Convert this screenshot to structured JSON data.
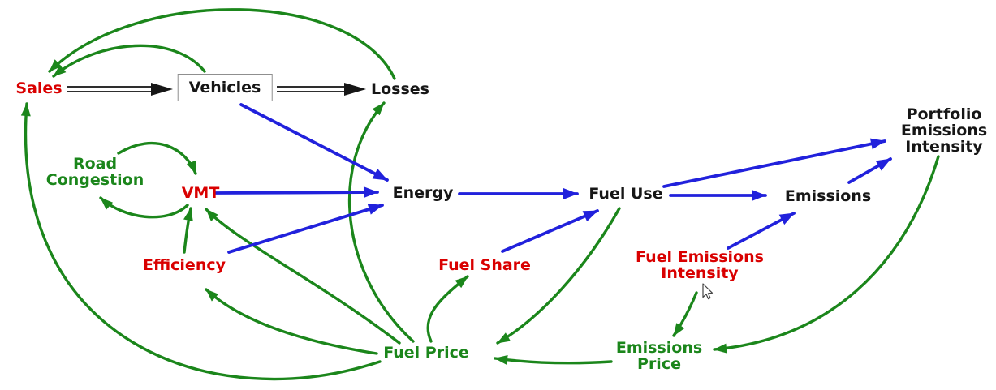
{
  "diagram": {
    "title": "Vehicle fleet energy and emissions causal loop diagram",
    "colors": {
      "green": "#1B861B",
      "blue": "#2121DC",
      "red": "#D90000",
      "black": "#161616",
      "box_border": "#8F8F8F",
      "background": "#FFFFFF",
      "cursor_fill": "#FFFFFF",
      "cursor_outline": "#444444"
    },
    "nodes": [
      {
        "id": "sales",
        "color": "red",
        "lines": [
          "Sales"
        ]
      },
      {
        "id": "vehicles",
        "color": "black",
        "lines": [
          "Vehicles"
        ],
        "boxed": true
      },
      {
        "id": "losses",
        "color": "black",
        "lines": [
          "Losses"
        ]
      },
      {
        "id": "road-congestion",
        "color": "green",
        "lines": [
          "Road",
          "Congestion"
        ]
      },
      {
        "id": "vmt",
        "color": "red",
        "lines": [
          "VMT"
        ]
      },
      {
        "id": "efficiency",
        "color": "red",
        "lines": [
          "Efficiency"
        ]
      },
      {
        "id": "energy",
        "color": "black",
        "lines": [
          "Energy"
        ]
      },
      {
        "id": "fuel-use",
        "color": "black",
        "lines": [
          "Fuel Use"
        ]
      },
      {
        "id": "fuel-share",
        "color": "red",
        "lines": [
          "Fuel Share"
        ]
      },
      {
        "id": "fuel-emissions-intensity",
        "color": "red",
        "lines": [
          "Fuel Emissions",
          "Intensity"
        ]
      },
      {
        "id": "emissions",
        "color": "black",
        "lines": [
          "Emissions"
        ]
      },
      {
        "id": "portfolio-emissions-intensity",
        "color": "black",
        "lines": [
          "Portfolio",
          "Emissions",
          "Intensity"
        ]
      },
      {
        "id": "fuel-price",
        "color": "green",
        "lines": [
          "Fuel Price"
        ]
      },
      {
        "id": "emissions-price",
        "color": "green",
        "lines": [
          "Emissions",
          "Price"
        ]
      }
    ],
    "edges": {
      "flows": [
        {
          "from": "sales",
          "to": "vehicles"
        },
        {
          "from": "vehicles",
          "to": "losses"
        }
      ],
      "green_influences": [
        {
          "from": "vehicles",
          "to": "sales"
        },
        {
          "from": "losses",
          "to": "sales"
        },
        {
          "from": "fuel-price",
          "to": "sales"
        },
        {
          "from": "fuel-price",
          "to": "losses"
        },
        {
          "from": "fuel-price",
          "to": "vmt"
        },
        {
          "from": "fuel-price",
          "to": "efficiency"
        },
        {
          "from": "fuel-price",
          "to": "fuel-share"
        },
        {
          "from": "fuel-use",
          "to": "fuel-price"
        },
        {
          "from": "emissions-price",
          "to": "fuel-price"
        },
        {
          "from": "road-congestion",
          "to": "vmt"
        },
        {
          "from": "vmt",
          "to": "road-congestion"
        },
        {
          "from": "efficiency",
          "to": "vmt"
        },
        {
          "from": "fuel-emissions-intensity",
          "to": "emissions-price"
        },
        {
          "from": "portfolio-emissions-intensity",
          "to": "emissions-price"
        }
      ],
      "blue_influences": [
        {
          "from": "vehicles",
          "to": "energy"
        },
        {
          "from": "vmt",
          "to": "energy"
        },
        {
          "from": "efficiency",
          "to": "energy"
        },
        {
          "from": "energy",
          "to": "fuel-use"
        },
        {
          "from": "fuel-share",
          "to": "fuel-use"
        },
        {
          "from": "fuel-use",
          "to": "emissions"
        },
        {
          "from": "fuel-use",
          "to": "portfolio-emissions-intensity"
        },
        {
          "from": "fuel-emissions-intensity",
          "to": "emissions"
        },
        {
          "from": "emissions",
          "to": "portfolio-emissions-intensity"
        }
      ]
    }
  },
  "cursor": {
    "present": true,
    "near_node": "fuel-emissions-intensity"
  }
}
